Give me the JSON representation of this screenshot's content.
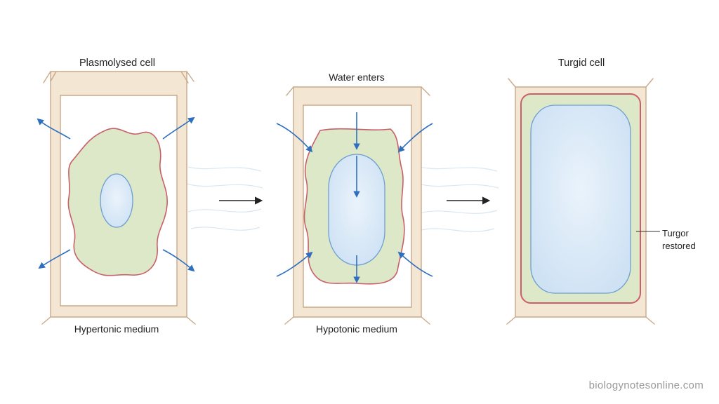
{
  "colors": {
    "cell_wall_fill": "#f3e7d3",
    "cell_wall_stroke": "#c9a98a",
    "cytoplasm": "#dde8c8",
    "membrane": "#c8606a",
    "vacuole": "#dbe9f6",
    "vacuole_stroke": "#6d9fd0",
    "water_arrow": "#2f6fbf",
    "process_arrow": "#222222"
  },
  "stages": [
    {
      "title": "Plasmolysed cell",
      "medium": "Hypertonic medium"
    },
    {
      "title": "Water enters",
      "medium": "Hypotonic medium"
    },
    {
      "title": "Turgid cell",
      "note_line1": "Turgor",
      "note_line2": "restored"
    }
  ],
  "credit": "biologynotesonline.com"
}
